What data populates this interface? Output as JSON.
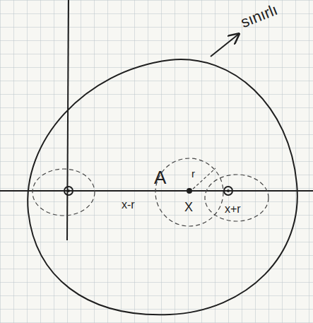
{
  "diagram": {
    "labels": [
      "sınırlı",
      "A",
      "x-r",
      "X",
      "x+r",
      "r"
    ]
  }
}
